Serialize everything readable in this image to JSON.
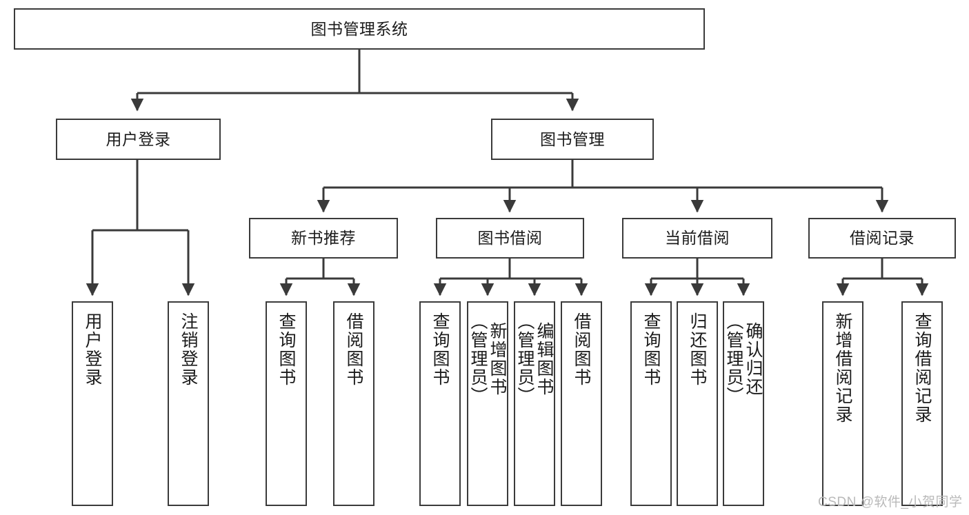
{
  "diagram": {
    "title": "图书管理系统",
    "watermark": "CSDN @软件_小贺同学",
    "line_color": "#3a3a3a",
    "box_fill": "#ffffff",
    "text_color": "#1b1b1b",
    "watermark_color": "#b9b9b9",
    "root": {
      "id": "root",
      "label": "图书管理系统"
    },
    "level2": [
      {
        "id": "user-login",
        "label": "用户登录"
      },
      {
        "id": "book-management",
        "label": "图书管理"
      }
    ],
    "level3": [
      {
        "id": "new-book-recommend",
        "label": "新书推荐",
        "parent": "book-management"
      },
      {
        "id": "book-borrow",
        "label": "图书借阅",
        "parent": "book-management"
      },
      {
        "id": "current-borrow",
        "label": "当前借阅",
        "parent": "book-management"
      },
      {
        "id": "borrow-record",
        "label": "借阅记录",
        "parent": "book-management"
      }
    ],
    "leaves": [
      {
        "id": "leaf-user-login",
        "label": "用户登录",
        "parent": "user-login"
      },
      {
        "id": "leaf-logout-login",
        "label": "注销登录",
        "parent": "user-login"
      },
      {
        "id": "leaf-query-book-1",
        "label": "查询图书",
        "parent": "new-book-recommend"
      },
      {
        "id": "leaf-borrow-book-1",
        "label": "借阅图书",
        "parent": "new-book-recommend"
      },
      {
        "id": "leaf-query-book-2",
        "label": "查询图书",
        "parent": "book-borrow"
      },
      {
        "id": "leaf-add-book",
        "label": "新增图书\n（管理员）",
        "parent": "book-borrow"
      },
      {
        "id": "leaf-edit-book",
        "label": "编辑图书\n（管理员）",
        "parent": "book-borrow"
      },
      {
        "id": "leaf-borrow-book-2",
        "label": "借阅图书",
        "parent": "book-borrow"
      },
      {
        "id": "leaf-query-book-3",
        "label": "查询图书",
        "parent": "current-borrow"
      },
      {
        "id": "leaf-return-book",
        "label": "归还图书",
        "parent": "current-borrow"
      },
      {
        "id": "leaf-confirm-return",
        "label": "确认归还\n（管理员）",
        "parent": "current-borrow"
      },
      {
        "id": "leaf-add-record",
        "label": "新增借阅记录",
        "parent": "borrow-record"
      },
      {
        "id": "leaf-query-record",
        "label": "查询借阅记录",
        "parent": "borrow-record"
      }
    ]
  }
}
